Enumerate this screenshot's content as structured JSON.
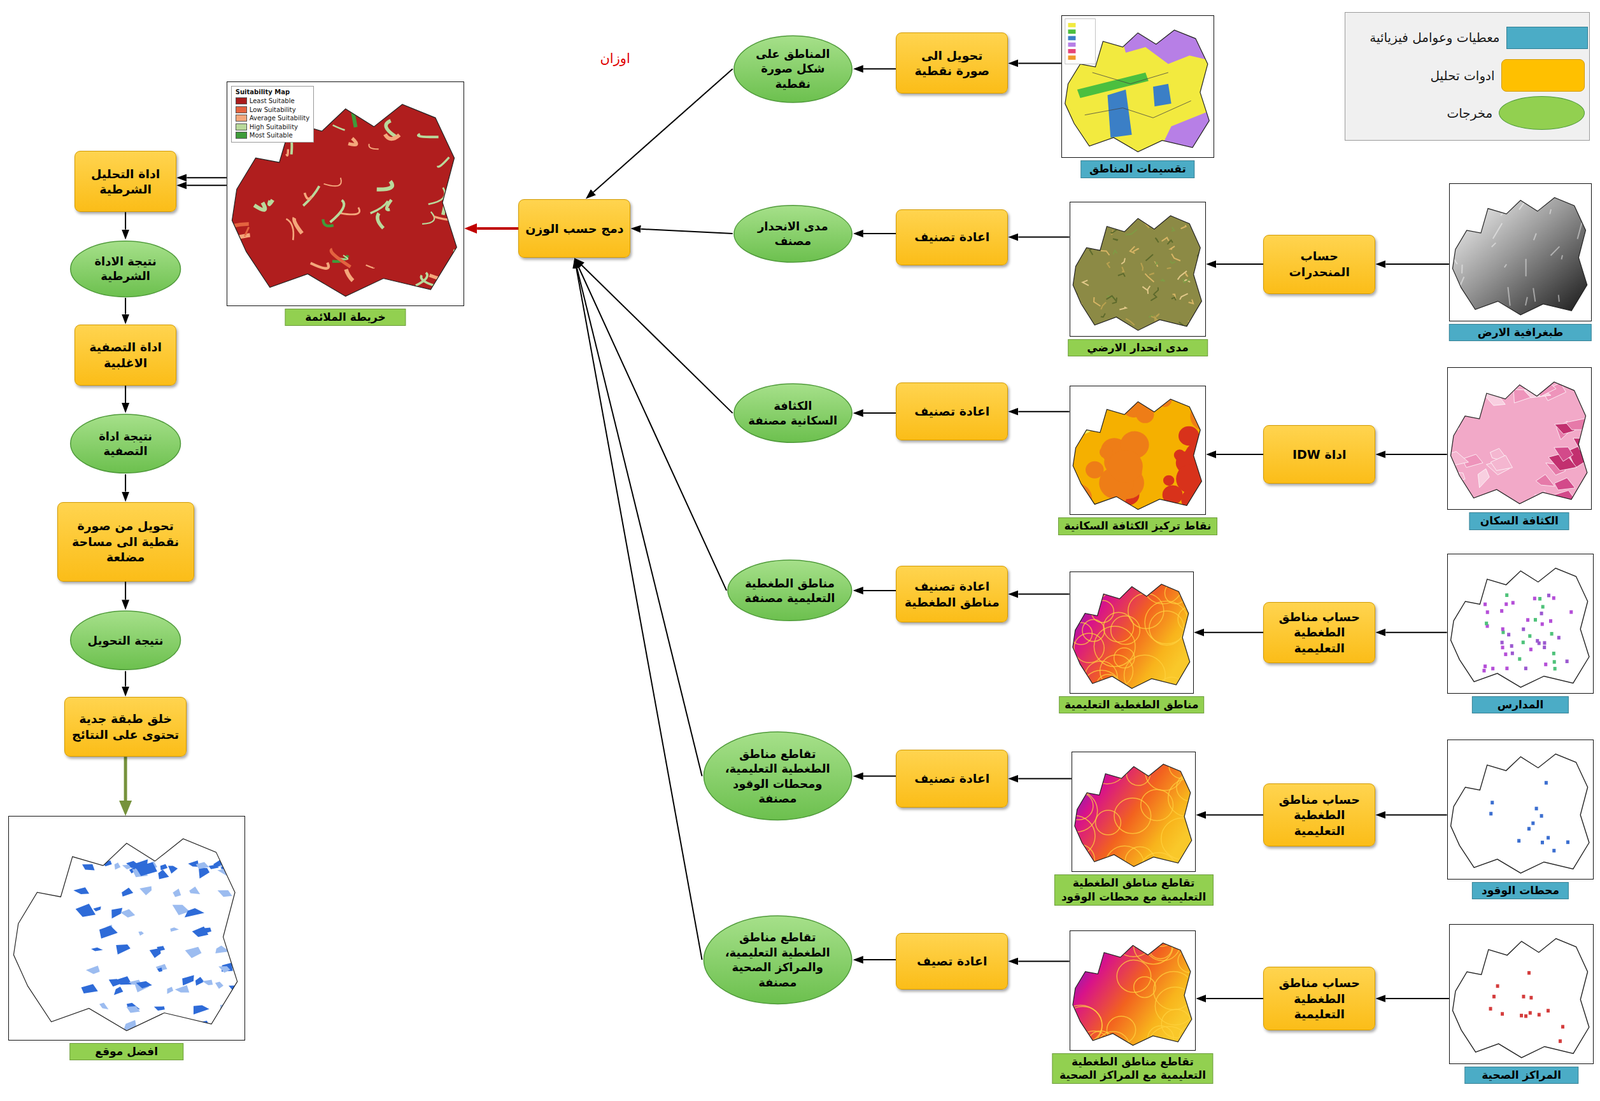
{
  "diagram": {
    "nodes": [
      {
        "text": [
          "تقسيمات المناطق"
        ]
      },
      {
        "text": [
          "تحويل الى صورة نقطية"
        ]
      },
      {
        "text": [
          "المناطق على شكل صورة نقطية"
        ]
      },
      {
        "text": [
          "طبغرافية الارض"
        ]
      },
      {
        "text": [
          "حساب المنحدرات"
        ]
      },
      {
        "text": [
          "مدى انحدار الارضي"
        ]
      },
      {
        "text": [
          "اعادة تصنيف"
        ]
      },
      {
        "text": [
          "مدى الانحدار مصنف"
        ]
      },
      {
        "text": [
          "الكثافة السكان"
        ]
      },
      {
        "text": [
          "اداة IDW"
        ]
      },
      {
        "text": [
          "نقاط تركيز الكثافة السكانية"
        ]
      },
      {
        "text": [
          "اعادة تصنيف"
        ]
      },
      {
        "text": [
          "الكثافة السكانية مصنفة"
        ]
      },
      {
        "text": [
          "المدارس"
        ]
      },
      {
        "text": [
          "حساب مناطق الطغطية التعليمية"
        ]
      },
      {
        "text": [
          "مناطق الطغطية التعليمية"
        ]
      },
      {
        "text": [
          "اعادة تصنيف مناطق الطغطية"
        ]
      },
      {
        "text": [
          "مناطق الطغطية التعليمية مصنفة"
        ]
      },
      {
        "text": [
          "محطات الوقود"
        ]
      },
      {
        "text": [
          "حساب مناطق الطغطية التعليمية"
        ]
      },
      {
        "text": [
          "تقاطع مناطق الطغطية التعليمية مع محطات الوقود"
        ]
      },
      {
        "text": [
          "اعادة تصنيف"
        ]
      },
      {
        "text": [
          "تقاطع مناطق الطغطية التعليمية، ومحطات الوقود مصنفة"
        ]
      },
      {
        "text": [
          "المراكز الصحية"
        ]
      },
      {
        "text": [
          "حساب مناطق الطغطية التعليمية"
        ]
      },
      {
        "text": [
          "تقاطع مناطق الطغطية التعليمية مع المراكز الصحية"
        ]
      },
      {
        "text": [
          "اعادة تصيف"
        ]
      },
      {
        "text": [
          "تقاطع مناطق الطغطية التعليمية، والمراكز الصحية مصنفة"
        ]
      },
      {
        "text": [
          "دمج حسب الوزن"
        ]
      },
      {
        "text": [
          "خريطة الملائمة"
        ]
      },
      {
        "text": [
          "اداة التحليل الشرطية"
        ]
      },
      {
        "text": [
          "نتيجة الاداة الشرطية"
        ]
      },
      {
        "text": [
          "اداة التصفية الاغلبية"
        ]
      },
      {
        "text": [
          "نتيجة اداة التصفية"
        ]
      },
      {
        "text": [
          "تحويل من صورة نقطية الى مساحة مضلعة"
        ]
      },
      {
        "text": [
          "نتيجة التحويل"
        ]
      },
      {
        "text": [
          "خلق طبقة جدية تحتوى على النتائج"
        ]
      },
      {
        "text": [
          "افضل موقع"
        ]
      }
    ],
    "edges": [
      {
        "from": 0,
        "to": 1,
        "arrow": "to"
      },
      {
        "from": 1,
        "to": 2,
        "arrow": "to"
      },
      {
        "from": 2,
        "to": 28,
        "arrow": "to"
      },
      {
        "from": 3,
        "to": 4,
        "arrow": "to"
      },
      {
        "from": 4,
        "to": 5,
        "arrow": "to"
      },
      {
        "from": 5,
        "to": 6,
        "arrow": "to"
      },
      {
        "from": 6,
        "to": 7,
        "arrow": "to"
      },
      {
        "from": 7,
        "to": 28,
        "arrow": "to"
      },
      {
        "from": 8,
        "to": 9,
        "arrow": "to"
      },
      {
        "from": 9,
        "to": 10,
        "arrow": "to"
      },
      {
        "from": 10,
        "to": 11,
        "arrow": "to"
      },
      {
        "from": 11,
        "to": 12,
        "arrow": "to"
      },
      {
        "from": 12,
        "to": 28,
        "arrow": "to"
      },
      {
        "from": 13,
        "to": 14,
        "arrow": "to"
      },
      {
        "from": 14,
        "to": 15,
        "arrow": "to"
      },
      {
        "from": 15,
        "to": 16,
        "arrow": "to"
      },
      {
        "from": 16,
        "to": 17,
        "arrow": "to"
      },
      {
        "from": 17,
        "to": 28,
        "arrow": "to"
      },
      {
        "from": 18,
        "to": 19,
        "arrow": "to"
      },
      {
        "from": 19,
        "to": 20,
        "arrow": "to"
      },
      {
        "from": 20,
        "to": 21,
        "arrow": "to"
      },
      {
        "from": 21,
        "to": 22,
        "arrow": "to"
      },
      {
        "from": 22,
        "to": 28,
        "arrow": "to"
      },
      {
        "from": 23,
        "to": 24,
        "arrow": "to"
      },
      {
        "from": 24,
        "to": 25,
        "arrow": "to"
      },
      {
        "from": 25,
        "to": 26,
        "arrow": "to"
      },
      {
        "from": 26,
        "to": 27,
        "arrow": "to"
      },
      {
        "from": 27,
        "to": 28,
        "arrow": "to"
      },
      {
        "from": 28,
        "to": 29,
        "arrow": "to"
      },
      {
        "from": 29,
        "to": 30,
        "arrow": "to"
      },
      {
        "from": 30,
        "to": 31,
        "arrow": "to"
      },
      {
        "from": 31,
        "to": 32,
        "arrow": "to"
      },
      {
        "from": 32,
        "to": 33,
        "arrow": "to"
      },
      {
        "from": 33,
        "to": 34,
        "arrow": "to"
      },
      {
        "from": 34,
        "to": 35,
        "arrow": "to"
      },
      {
        "from": 35,
        "to": 36,
        "arrow": "to"
      },
      {
        "from": 36,
        "to": 37,
        "arrow": "to"
      }
    ],
    "labels": [
      "اوزان",
      "Suitability Map"
    ],
    "legend": [
      {
        "text": "معطيات وعوامل فيزيائية",
        "color": "#4bacc6"
      },
      {
        "text": "ادوات تحليل",
        "color": "#ffc000"
      },
      {
        "text": "مخرجات",
        "color": "#92d050"
      },
      {
        "text": "Least Suitable",
        "color": "#a81b1b"
      },
      {
        "text": "Low Suitability",
        "color": "#e3633f"
      },
      {
        "text": "Average Suitability",
        "color": "#f4a77b"
      },
      {
        "text": "High Suitability",
        "color": "#b9d99b"
      },
      {
        "text": "Most Suitable",
        "color": "#3f9b3a"
      }
    ]
  }
}
